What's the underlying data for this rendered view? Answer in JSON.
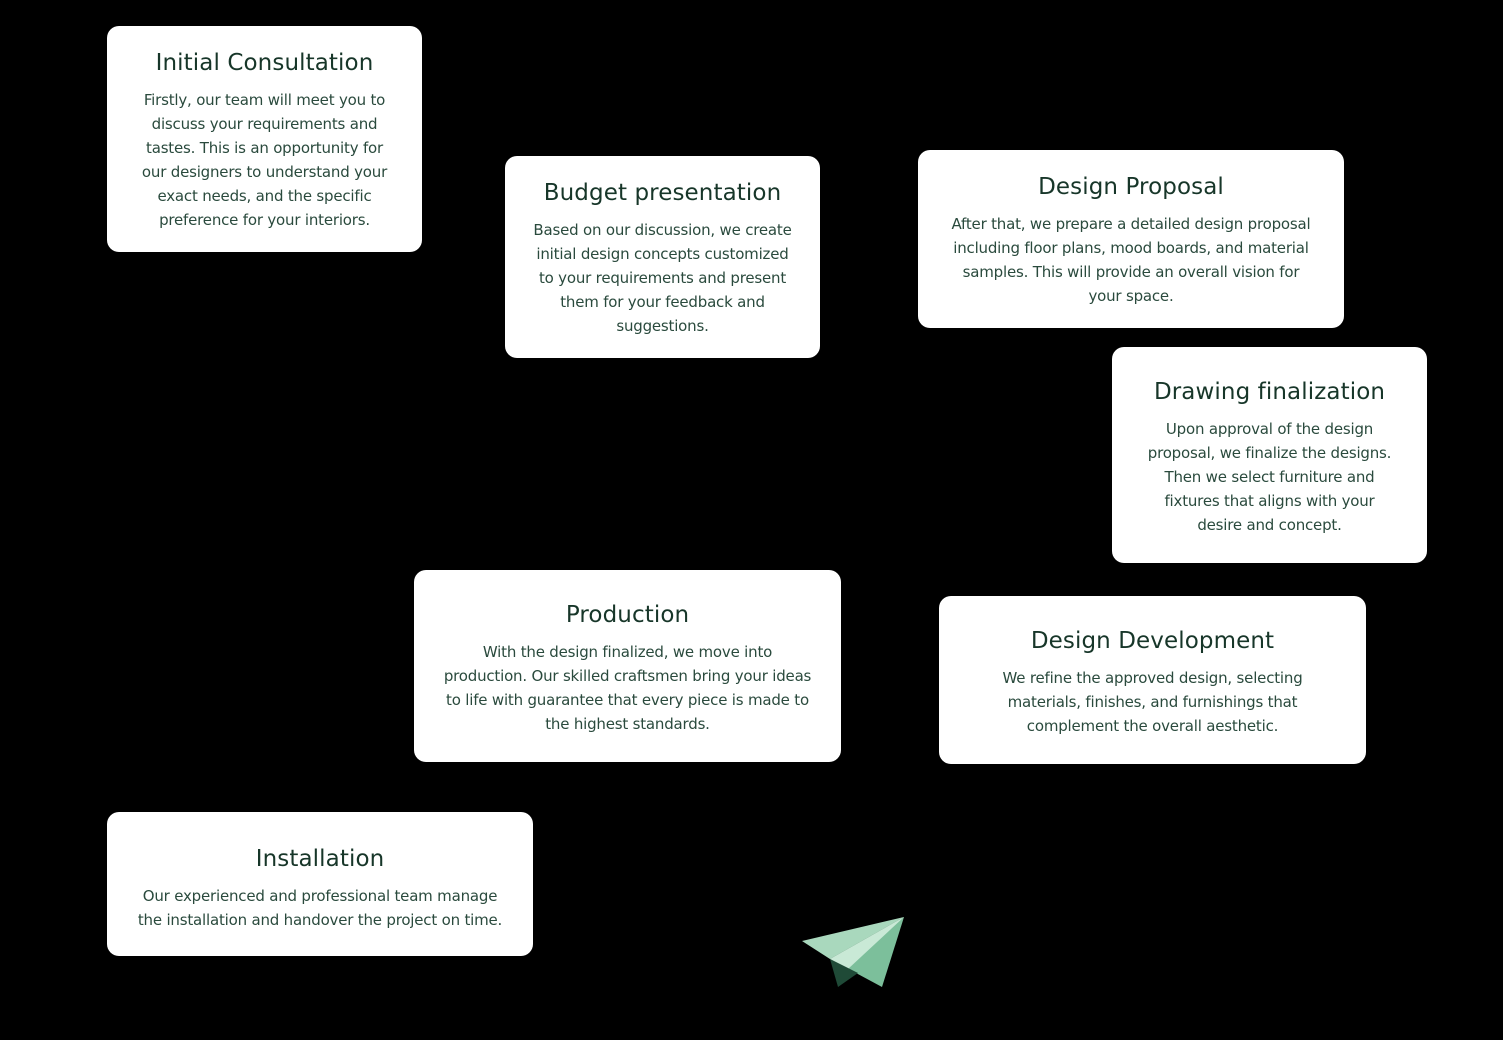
{
  "steps": [
    {
      "title": "Initial Consultation",
      "text": "Firstly, our team will meet you to discuss your requirements and tastes. This is an opportunity for our designers to understand your exact needs, and the specific preference for your interiors."
    },
    {
      "title": "Budget presentation",
      "text": "Based on our discussion, we create initial design concepts customized to your requirements and present them for your feedback and suggestions."
    },
    {
      "title": "Design Proposal",
      "text": "After that, we prepare a detailed design proposal including floor plans, mood boards, and material samples. This will provide an overall vision for your space."
    },
    {
      "title": "Drawing finalization",
      "text": "Upon approval of the design proposal, we finalize the designs. Then we select furniture and fixtures that aligns with your desire and concept."
    },
    {
      "title": "Production",
      "text": "With the design finalized, we move into production. Our skilled craftsmen bring your ideas to life with guarantee that every piece is made to the highest standards."
    },
    {
      "title": "Design Development",
      "text": "We refine the approved design, selecting materials, finishes, and furnishings that complement the overall aesthetic."
    },
    {
      "title": "Installation",
      "text": "Our experienced and professional team manage the installation and handover the project on time."
    }
  ],
  "decoration": {
    "icon": "paper-plane-icon",
    "colors": {
      "plane_light": "#a9d8bd",
      "plane_main": "#7cbf9b",
      "plane_dark": "#1f4a37"
    }
  },
  "colors": {
    "background": "#000000",
    "card": "#ffffff",
    "heading": "#173629",
    "body": "#2a4a3d"
  }
}
